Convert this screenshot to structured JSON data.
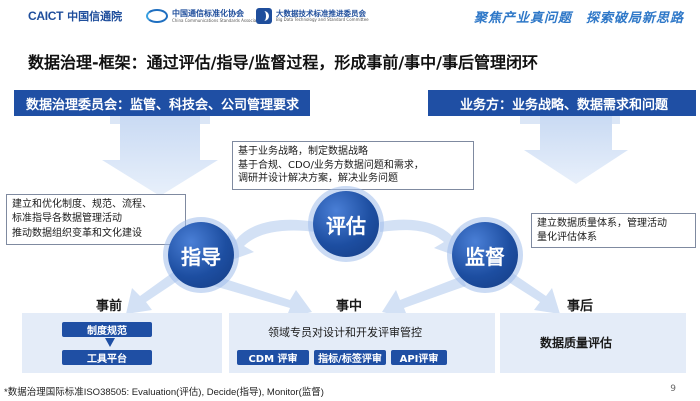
{
  "header": {
    "caict_mark": "CAICT",
    "caict_name": "中国信通院",
    "ccsa_cn": "中国通信标准化协会",
    "ccsa_en": "China Communications Standards Association",
    "bd_cn": "大数据技术标准推进委员会",
    "bd_en": "Big Data Technology and Standard Committee",
    "slogan_1": "聚焦产业真问题",
    "slogan_2": "探索破局新思路"
  },
  "title": "数据治理-框架：通过评估/指导/监督过程，形成事前/事中/事后管理闭环",
  "bands": {
    "left": "数据治理委员会：监管、科技会、公司管理要求",
    "right": "业务方：业务战略、数据需求和问题"
  },
  "circles": {
    "evaluate": "评估",
    "direct": "指导",
    "monitor": "监督"
  },
  "callouts": {
    "evaluate": [
      "基于业务战略，制定数据战略",
      "基于合规、CDO/业务方数据问题和需求，",
      "调研并设计解决方案，解决业务问题"
    ],
    "direct": [
      "建立和优化制度、规范、流程、",
      "标准指导各数据管理活动",
      "推动数据组织变革和文化建设"
    ],
    "monitor": [
      "建立数据质量体系，管理活动",
      "量化评估体系"
    ]
  },
  "phases": {
    "before": {
      "label": "事前",
      "items": [
        "制度规范",
        "工具平台"
      ]
    },
    "during": {
      "label": "事中",
      "text": "领域专员对设计和开发评审管控",
      "items": [
        "CDM 评审",
        "指标/标签评审",
        "API评审"
      ]
    },
    "after": {
      "label": "事后",
      "text": "数据质量评估"
    }
  },
  "footnote": "*数据治理国际标准ISO38505: Evaluation(评估), Decide(指导), Monitor(监督)",
  "page_number": "9",
  "colors": {
    "primary_blue": "#1f4fa4",
    "light_blue": "#e4ecf8",
    "arrow_blue": "#d3e1f5",
    "slogan_blue": "#2f78c8"
  }
}
